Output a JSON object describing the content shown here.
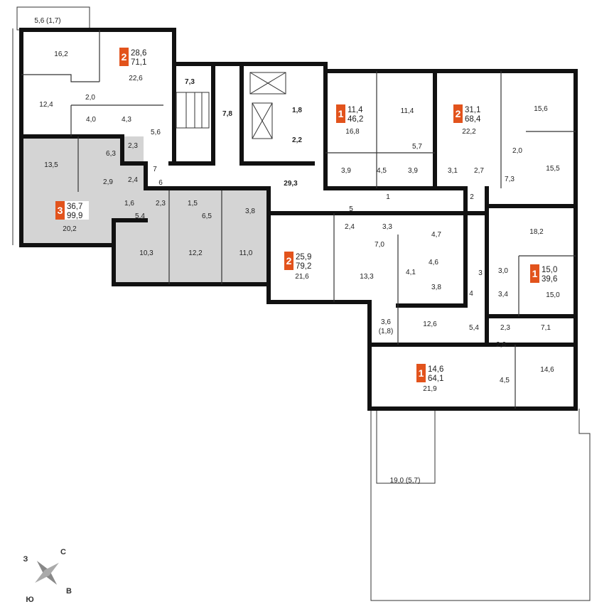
{
  "accent_color": "#e2531c",
  "apartments": [
    {
      "rooms": "2",
      "living": "28,6",
      "total": "71,1"
    },
    {
      "rooms": "3",
      "living": "36,7",
      "total": "99,9",
      "highlighted": true
    },
    {
      "rooms": "1",
      "living": "11,4",
      "total": "46,2"
    },
    {
      "rooms": "2",
      "living": "31,1",
      "total": "68,4"
    },
    {
      "rooms": "2",
      "living": "25,9",
      "total": "79,2"
    },
    {
      "rooms": "1",
      "living": "15,0",
      "total": "39,6"
    },
    {
      "rooms": "1",
      "living": "14,6",
      "total": "64,1"
    }
  ],
  "room_areas": [
    "5,6 (1,7)",
    "16,2",
    "22,6",
    "7,3",
    "7,8",
    "1,8",
    "2,2",
    "12,4",
    "2,0",
    "4,0",
    "4,3",
    "5,6",
    "2,3",
    "13,5",
    "6,3",
    "2,9",
    "2,4",
    "7",
    "6",
    "29,3",
    "1,6",
    "2,3",
    "1,5",
    "3,8",
    "5,4",
    "6,5",
    "20,2",
    "10,3",
    "12,2",
    "11,0",
    "16,8",
    "11,4",
    "5,7",
    "3,9",
    "4,5",
    "3,9",
    "1",
    "22,2",
    "15,6",
    "2,0",
    "15,5",
    "3,1",
    "2,7",
    "7,3",
    "2",
    "5",
    "2,4",
    "3,3",
    "4,7",
    "7,0",
    "21,6",
    "13,3",
    "4,1",
    "4,6",
    "3,8",
    "3",
    "3,0",
    "15,0",
    "18,2",
    "3,4",
    "4",
    "3,6",
    "(1,8)",
    "12,6",
    "5,4",
    "2,3",
    "7,1",
    "2,6",
    "14,6",
    "4,5",
    "21,9",
    "19,0 (5,7)"
  ],
  "compass": {
    "north": "С",
    "south": "Ю",
    "west": "З",
    "east": "В"
  }
}
